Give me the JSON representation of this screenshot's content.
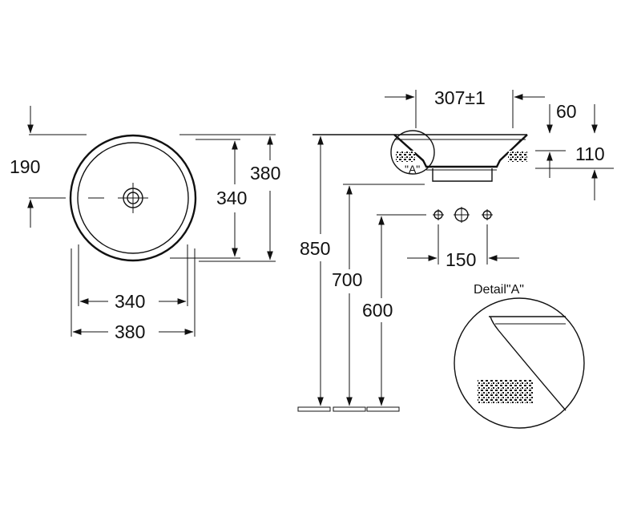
{
  "top_view": {
    "dim_190": "190",
    "dim_380_vertical": "380",
    "dim_340_vertical": "340",
    "dim_340_horizontal": "340",
    "dim_380_horizontal": "380"
  },
  "side_view": {
    "dim_top_diameter": "307±1",
    "dim_60": "60",
    "dim_110": "110",
    "detail_marker": "\"A\"",
    "dim_850": "850",
    "dim_700": "700",
    "dim_600": "600",
    "dim_150": "150"
  },
  "detail": {
    "title": "Detail\"A\""
  },
  "colors": {
    "line": "#111111",
    "background": "#ffffff"
  }
}
